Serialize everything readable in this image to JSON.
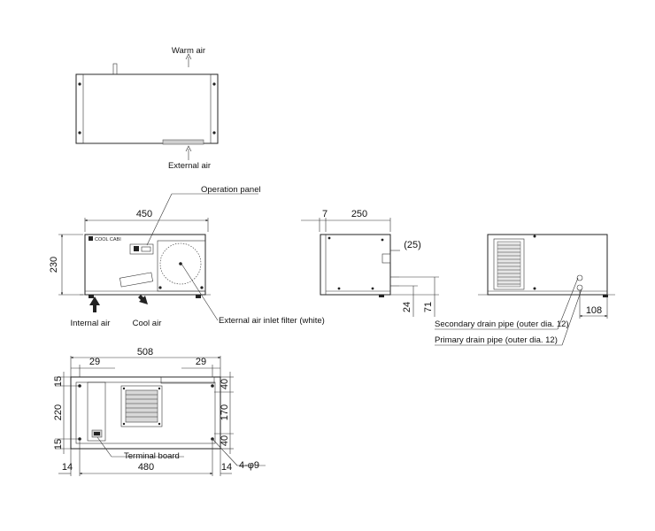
{
  "labels": {
    "warm_air": "Warm air",
    "external_air": "External air",
    "operation_panel": "Operation panel",
    "internal_air": "Internal air",
    "cool_air": "Cool air",
    "filter": "External air inlet filter (white)",
    "secondary_drain": "Secondary drain pipe (outer dia. 12)",
    "primary_drain": "Primary drain pipe (outer dia. 12)",
    "terminal_board": "Terminal board",
    "brand": "COOL CABI"
  },
  "dimensions": {
    "front_width": "450",
    "front_height": "230",
    "side_offset": "7",
    "side_depth": "250",
    "pipe_offset": "(25)",
    "pipe_24": "24",
    "pipe_71": "71",
    "rear_108": "108",
    "mount_width": "508",
    "left_29": "29",
    "right_29": "29",
    "top_15": "15",
    "middle_220": "220",
    "bottom_15": "15",
    "right_40_top": "40",
    "right_170": "170",
    "right_40_bottom": "40",
    "left_14": "14",
    "hole_pitch": "480",
    "right_14": "14",
    "holes": "4-φ9"
  }
}
